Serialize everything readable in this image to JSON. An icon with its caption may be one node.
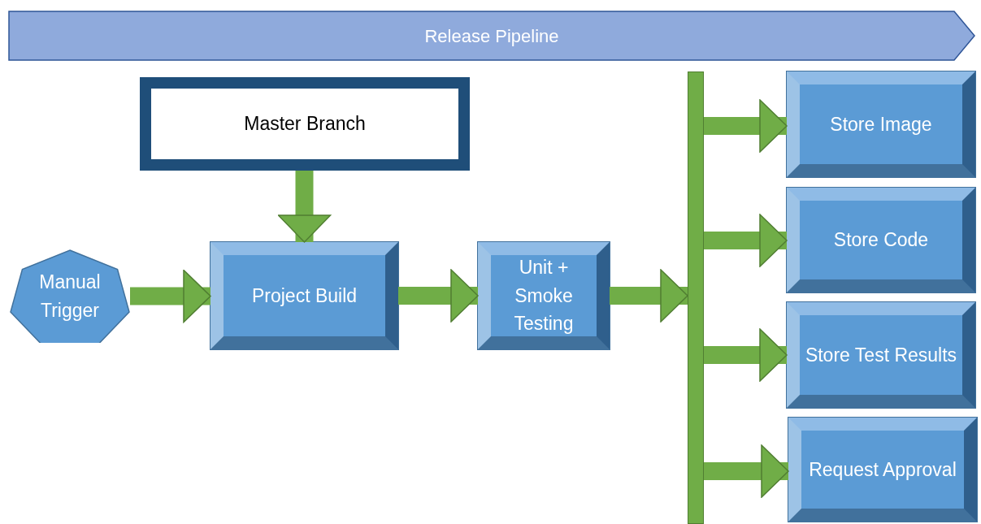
{
  "diagram": {
    "nodes": [
      {
        "text": [
          "Release Pipeline"
        ]
      },
      {
        "text": [
          "Master Branch"
        ]
      },
      {
        "text": [
          "Manual Trigger"
        ]
      },
      {
        "text": [
          "Project Build"
        ]
      },
      {
        "text": [
          "Unit + Smoke Testing"
        ]
      },
      {
        "text": [],
        "shape": "bar"
      },
      {
        "text": [
          "Store Image"
        ]
      },
      {
        "text": [
          "Store Code"
        ]
      },
      {
        "text": [
          "Store Test Results"
        ]
      },
      {
        "text": [
          "Request Approval"
        ]
      }
    ],
    "edges": [
      {
        "from": 1,
        "to": 3,
        "arrow": "to"
      },
      {
        "from": 2,
        "to": 3,
        "arrow": "to"
      },
      {
        "from": 3,
        "to": 4,
        "arrow": "to"
      },
      {
        "from": 4,
        "to": 5,
        "arrow": "to"
      },
      {
        "from": 5,
        "to": 6,
        "arrow": "to"
      },
      {
        "from": 5,
        "to": 7,
        "arrow": "to"
      },
      {
        "from": 5,
        "to": 8,
        "arrow": "to"
      },
      {
        "from": 5,
        "to": 9,
        "arrow": "to"
      }
    ]
  }
}
